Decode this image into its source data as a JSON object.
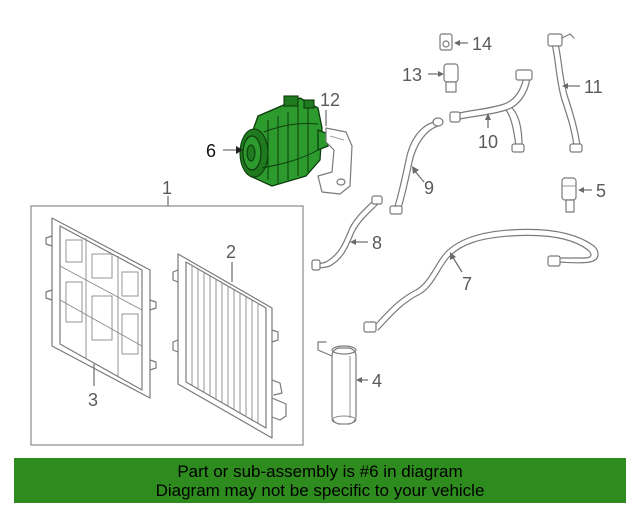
{
  "callouts": {
    "c1": "1",
    "c2": "2",
    "c3": "3",
    "c4": "4",
    "c5": "5",
    "c6": "6",
    "c7": "7",
    "c8": "8",
    "c9": "9",
    "c10": "10",
    "c11": "11",
    "c12": "12",
    "c13": "13",
    "c14": "14"
  },
  "highlighted_part": "6",
  "colors": {
    "highlight": "#2d9a2d",
    "banner": "#2e8b1e",
    "line_art": "#7a7a7a"
  },
  "banner": {
    "line1": "Part or sub-assembly is #6 in diagram",
    "line2": "Diagram may not be specific to your vehicle"
  }
}
